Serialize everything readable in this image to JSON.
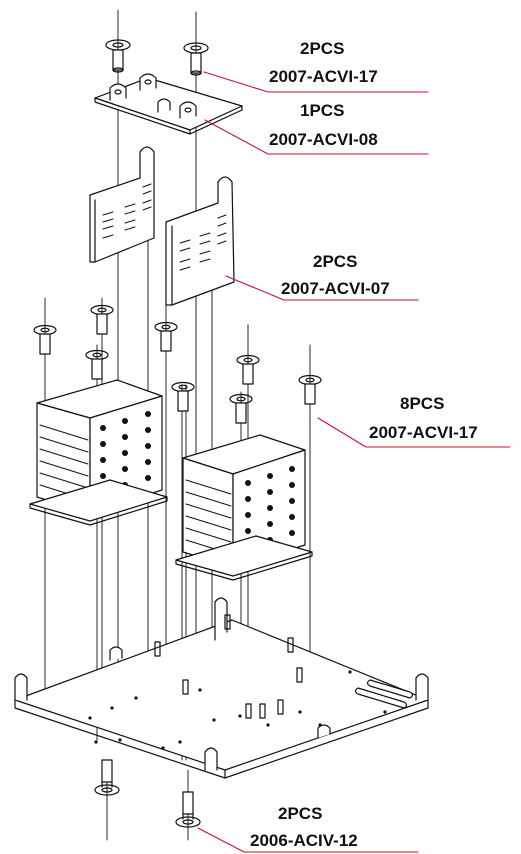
{
  "callouts": [
    {
      "qty": "2PCS",
      "part": "2007-ACVI-17"
    },
    {
      "qty": "1PCS",
      "part": "2007-ACVI-08"
    },
    {
      "qty": "2PCS",
      "part": "2007-ACVI-07"
    },
    {
      "qty": "8PCS",
      "part": "2007-ACVI-17"
    },
    {
      "qty": "2PCS",
      "part": "2006-ACIV-12"
    }
  ],
  "colors": {
    "leader": "#c8102e",
    "line": "#111111"
  }
}
